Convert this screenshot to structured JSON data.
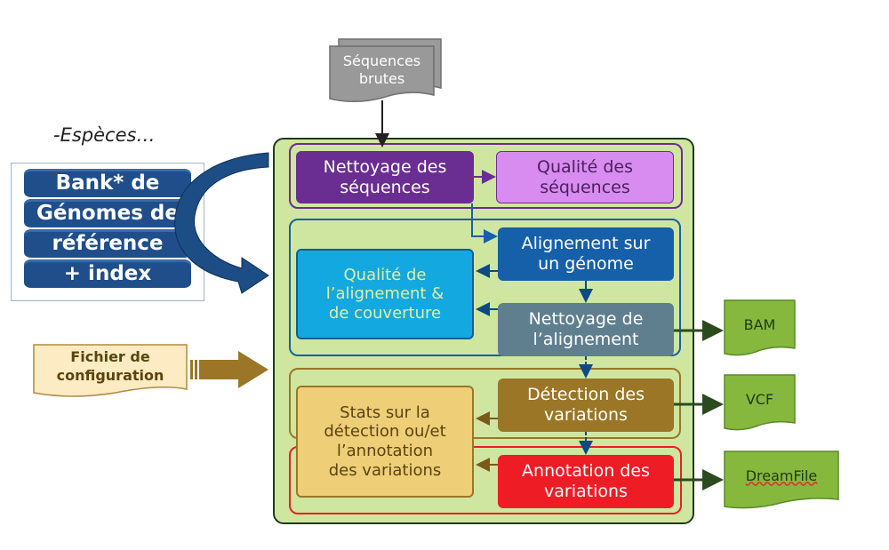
{
  "inputs": {
    "species_label": "-Espèces…",
    "bank_lines": [
      "Bank* de",
      "Génomes de",
      "référence",
      "+ index"
    ],
    "raw_sequences": "Séquences\nbrutes",
    "config_file": "Fichier de\nconfiguration"
  },
  "pipeline": {
    "cleaning_sequences": "Nettoyage des\nséquences",
    "quality_sequences": "Qualité des\nséquences",
    "alignment": "Alignement sur\nun génome",
    "alignment_quality": "Qualité de\nl’alignement &\nde couverture",
    "alignment_cleaning": "Nettoyage de\nl’alignement",
    "variant_detection": "Détection des\nvariations",
    "variant_stats": "Stats sur la\ndétection ou/et\nl’annotation\ndes variations",
    "variant_annotation": "Annotation des\nvariations"
  },
  "outputs": {
    "bam": "BAM",
    "vcf": "VCF",
    "dreamfile": "DreamFile"
  },
  "colors": {
    "main_bg": "#cfe6a0",
    "purple_dark": "#6a2d91",
    "purple_light": "#d98cf0",
    "blue_dark": "#1560a8",
    "blue_light": "#14a8e0",
    "slate": "#5f7f8f",
    "brown": "#9a7626",
    "tan": "#efce78",
    "red": "#ee1c25",
    "green_out": "#86b83e"
  }
}
